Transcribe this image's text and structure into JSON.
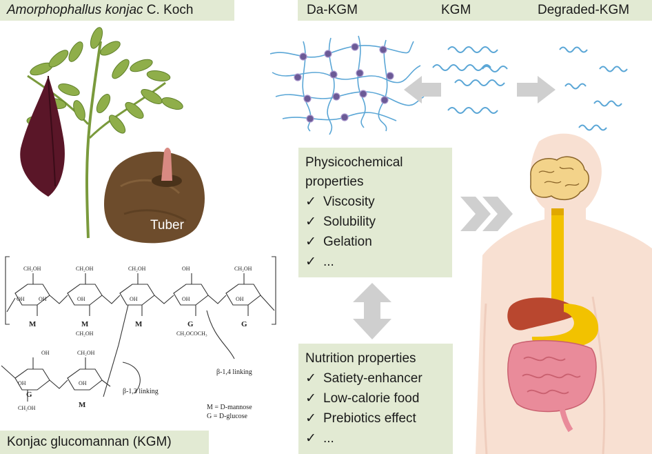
{
  "header": {
    "species_italic": "Amorphophallus konjac",
    "species_author": "C. Koch",
    "forms": [
      "Da-KGM",
      "KGM",
      "Degraded-KGM"
    ]
  },
  "plant": {
    "tuber_label": "Tuber"
  },
  "structure": {
    "banner": "Konjac glucomannan (KGM)",
    "ch2oh": "CH₂OH",
    "oh": "OH",
    "acetyl": "CH₂OCOCH₃",
    "units": [
      "M",
      "M",
      "M",
      "G",
      "G",
      "G",
      "M"
    ],
    "linking_13": "β-1,3 linking",
    "linking_14": "β-1,4 linking",
    "legend_m": "M = D-mannose",
    "legend_g": "G = D-glucose"
  },
  "physicochemical": {
    "title": "Physicochemical properties",
    "check": "✓",
    "items": [
      "Viscosity",
      "Solubility",
      "Gelation",
      "..."
    ]
  },
  "nutrition": {
    "title": "Nutrition properties",
    "check": "✓",
    "items": [
      "Satiety-enhancer",
      "Low-calorie food",
      "Prebiotics effect",
      "..."
    ]
  },
  "colors": {
    "banner_bg": "#e2ead3",
    "chain_blue": "#5aa6d6",
    "node_purple": "#6b5a96",
    "arrow_gray": "#cfcfcf",
    "spathe": "#5a1628",
    "tuber": "#6d4c2c",
    "digestive_yellow": "#f2c200",
    "body_skin": "#f8e0d2"
  },
  "icons": [
    "check-icon",
    "brain-icon",
    "chevron-right-icon",
    "double-arrow-icon"
  ]
}
